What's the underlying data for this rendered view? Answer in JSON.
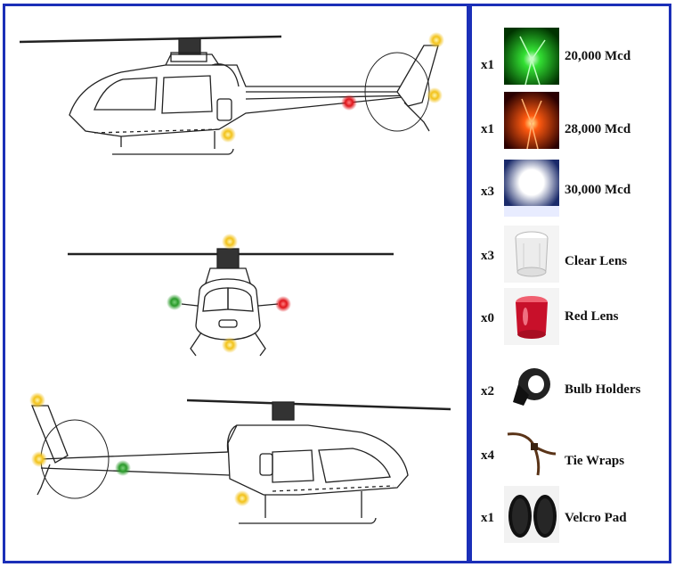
{
  "parts": [
    {
      "qty": "x1",
      "label": "20,000 Mcd",
      "icon": "green-led-icon"
    },
    {
      "qty": "x1",
      "label": "28,000 Mcd",
      "icon": "red-led-icon"
    },
    {
      "qty": "x3",
      "label": "30,000 Mcd",
      "icon": "white-led-icon"
    },
    {
      "qty": "x3",
      "label": "Clear Lens",
      "icon": "clear-lens-icon"
    },
    {
      "qty": "x0",
      "label": "Red Lens",
      "icon": "red-lens-icon"
    },
    {
      "qty": "x2",
      "label": "Bulb Holders",
      "icon": "bulb-holder-icon"
    },
    {
      "qty": "x4",
      "label": "Tie Wraps",
      "icon": "tie-wrap-icon"
    },
    {
      "qty": "x1",
      "label": "Velcro Pad",
      "icon": "velcro-pad-icon"
    }
  ],
  "colors": {
    "border": "#1b2fb8",
    "light_yellow": "#f2c21a",
    "light_red": "#e0141a",
    "light_green": "#2a9a2a"
  }
}
